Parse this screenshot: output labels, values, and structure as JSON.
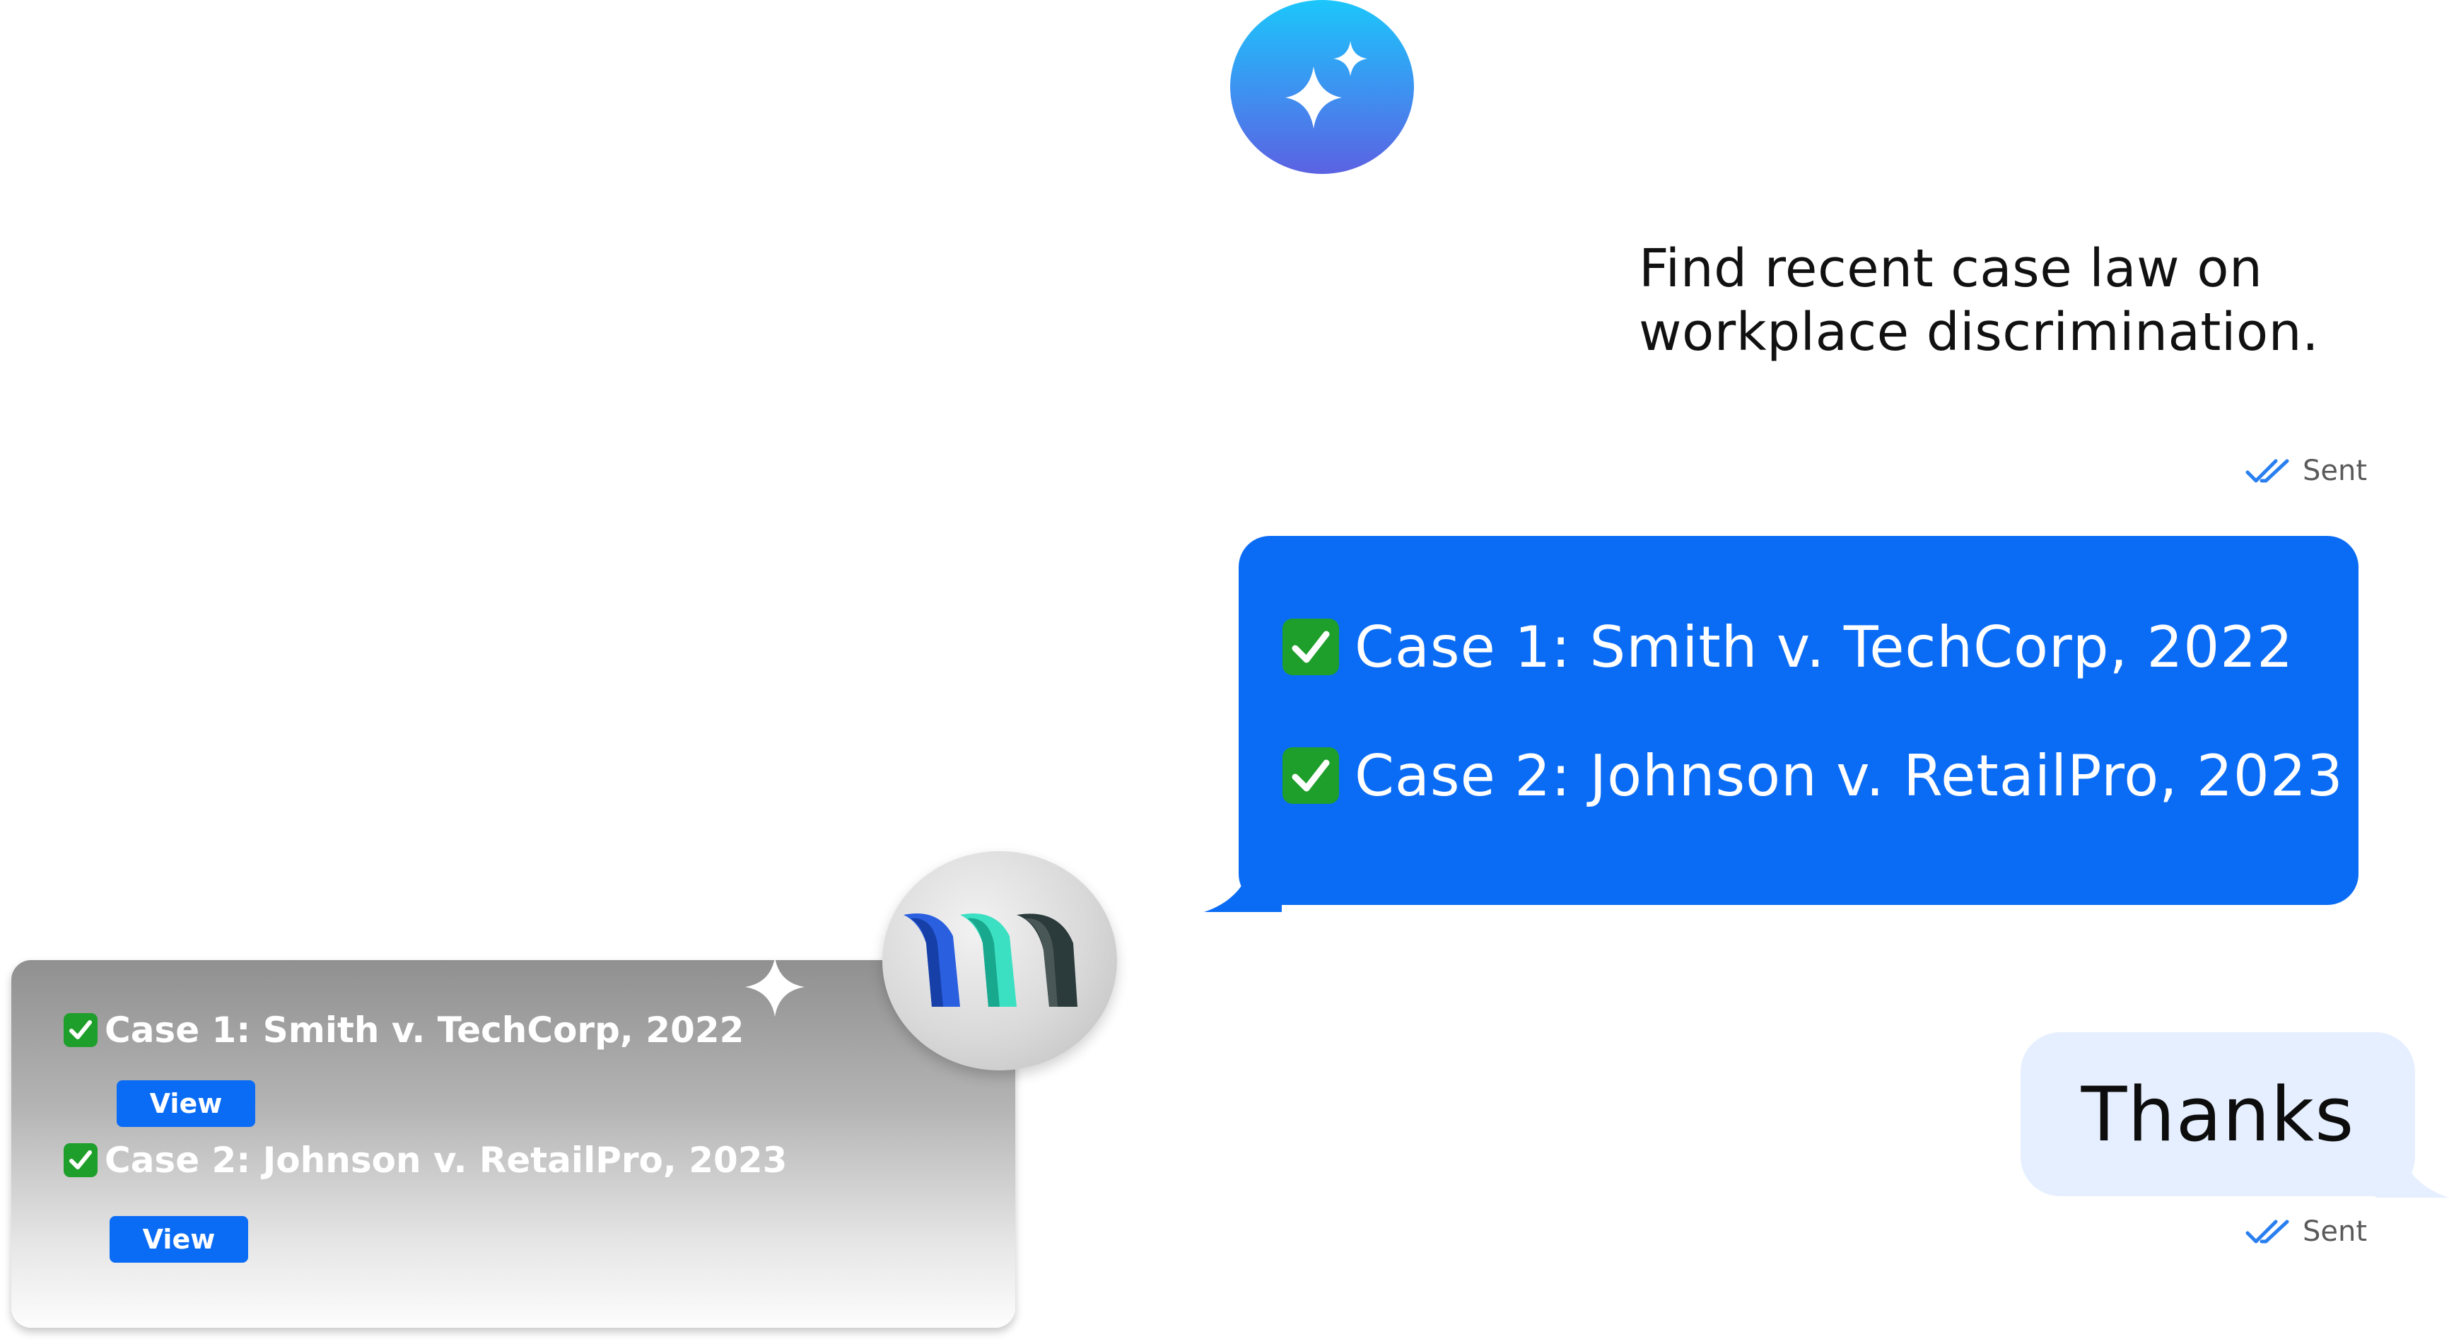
{
  "colors": {
    "accent_blue": "#0a6cf5",
    "thanks_bubble": "#e6efff",
    "check_green": "#1e9e2a",
    "sent_tick": "#2a7ff0"
  },
  "header": {
    "avatar_icon": "sparkle-icon"
  },
  "user_message": {
    "text": "Find recent case law on workplace discrimination.",
    "status": "Sent"
  },
  "assistant_reply": {
    "lines": [
      {
        "icon": "check-icon",
        "text": "Case 1: Smith v. TechCorp, 2022"
      },
      {
        "icon": "check-icon",
        "text": "Case 2: Johnson v. RetailPro, 2023"
      }
    ]
  },
  "result_card": {
    "items": [
      {
        "icon": "check-icon",
        "text": "Case 1: Smith v. TechCorp, 2022",
        "button": "View"
      },
      {
        "icon": "check-icon",
        "text": "Case 2: Johnson v. RetailPro, 2023",
        "button": "View"
      }
    ],
    "badge_icon": "sparkle-icon",
    "logo_icon": "brand-logo-icon"
  },
  "thanks_message": {
    "text": "Thanks",
    "status": "Sent"
  }
}
